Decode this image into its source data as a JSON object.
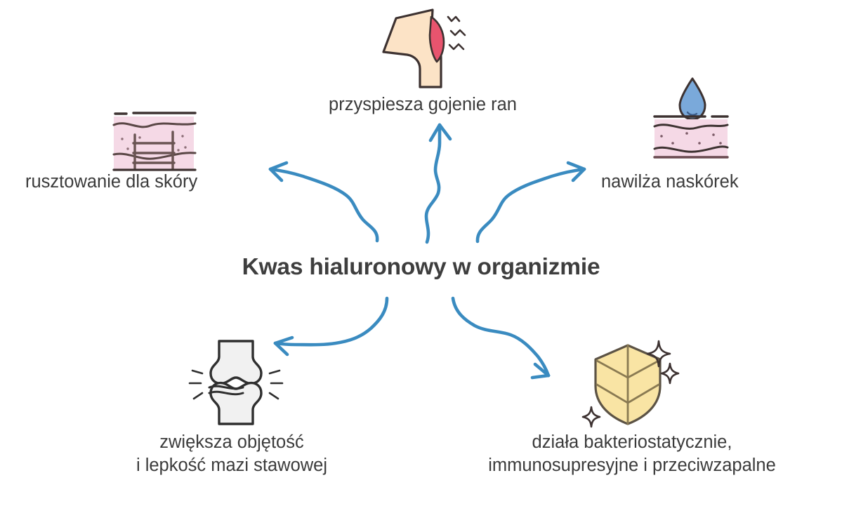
{
  "diagram": {
    "center": {
      "title": "Kwas hialuronowy w organizmie"
    },
    "colors": {
      "arrow_blue": "#3a8bc0",
      "text_gray": "#3b3b3b",
      "title_gray": "#3e3e3e",
      "skin_pink": "#f5d9e6",
      "wound_skin": "#fce3c6",
      "wound_red": "#e8546e",
      "droplet_blue": "#7aa9da",
      "bone_gray": "#f1f1f1",
      "shield_gold": "#f9e4a4",
      "outline_dark": "#3d3231",
      "background": "#ffffff"
    },
    "nodes": [
      {
        "id": "wound-healing",
        "label": "przyspiesza gojenie ran",
        "icon": "wounded-knee-icon",
        "position": "top"
      },
      {
        "id": "skin-scaffold",
        "label": "rusztowanie dla skóry",
        "icon": "skin-cross-section-scaffold-icon",
        "position": "left"
      },
      {
        "id": "hydration",
        "label": "nawilża naskórek",
        "icon": "water-droplet-skin-icon",
        "position": "right"
      },
      {
        "id": "joint-fluid",
        "label": "zwiększa objętość\ni lepkość mazi stawowej",
        "icon": "knee-joint-icon",
        "position": "bottom-left"
      },
      {
        "id": "antibacterial",
        "label": "działa bakteriostatycznie,\nimmunosupresyjne i przeciwzapalne",
        "icon": "shield-sparkle-icon",
        "position": "bottom-right"
      }
    ],
    "arrows": [
      {
        "id": "arrow-to-skin-scaffold",
        "direction": "up-left",
        "style": "hand-drawn-curve"
      },
      {
        "id": "arrow-to-wound-healing",
        "direction": "up",
        "style": "hand-drawn-curve"
      },
      {
        "id": "arrow-to-hydration",
        "direction": "up-right",
        "style": "hand-drawn-curve"
      },
      {
        "id": "arrow-to-joint-fluid",
        "direction": "down-left",
        "style": "hand-drawn-curve"
      },
      {
        "id": "arrow-to-antibacterial",
        "direction": "down-right",
        "style": "hand-drawn-curve"
      }
    ]
  }
}
